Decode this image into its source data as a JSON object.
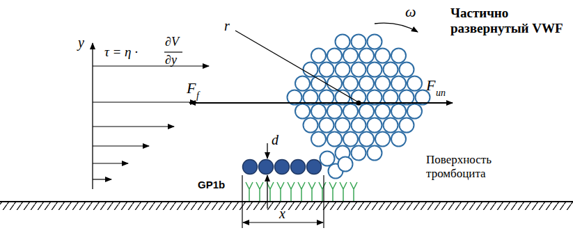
{
  "diagram": {
    "labels": [
      "y",
      "τ = η ·",
      "∂V",
      "∂y",
      "r",
      "ω",
      "Частично развернутый VWF",
      "F",
      "f",
      "F",
      "un",
      "d",
      "GP1b",
      "x",
      "Поверхность тромбоцита"
    ]
  }
}
